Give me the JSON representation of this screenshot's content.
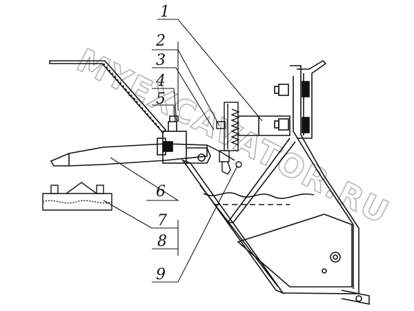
{
  "diagram": {
    "callouts": [
      "1",
      "2",
      "3",
      "4",
      "5",
      "6",
      "7",
      "8",
      "9"
    ],
    "watermark": "MYEXCAVATOR.RU"
  }
}
